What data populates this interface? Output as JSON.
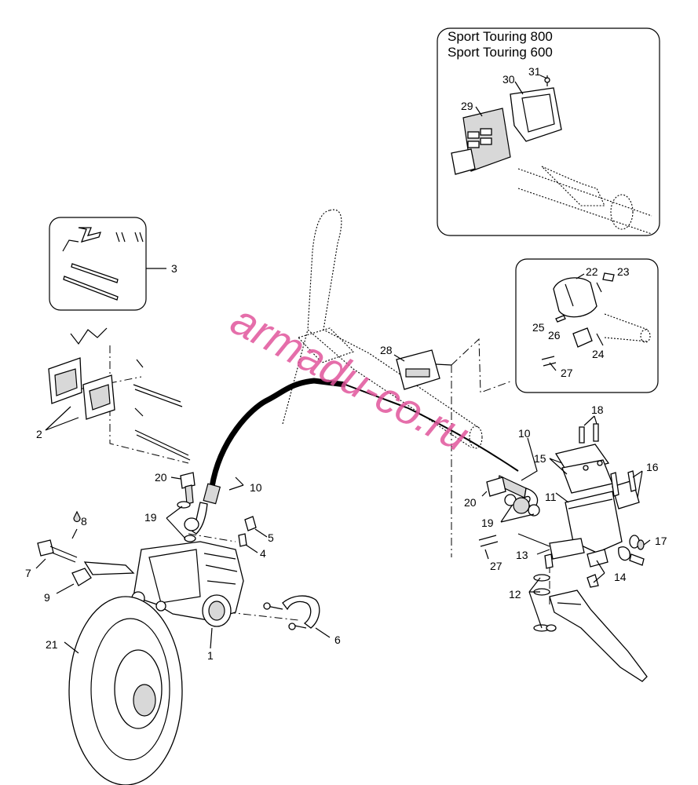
{
  "inset_title": {
    "line1": "Sport Touring 800",
    "line2": "Sport Touring 600"
  },
  "callouts": {
    "c1": "1",
    "c2": "2",
    "c3": "3",
    "c4": "4",
    "c5": "5",
    "c6": "6",
    "c7": "7",
    "c8": "8",
    "c9": "9",
    "c10a": "10",
    "c10b": "10",
    "c11": "11",
    "c12": "12",
    "c13": "13",
    "c14": "14",
    "c15": "15",
    "c16": "16",
    "c17": "17",
    "c18": "18",
    "c19a": "19",
    "c19b": "19",
    "c20a": "20",
    "c20b": "20",
    "c21": "21",
    "c22": "22",
    "c23": "23",
    "c24": "24",
    "c25": "25",
    "c26": "26",
    "c27a": "27",
    "c27b": "27",
    "c28": "28",
    "c29": "29",
    "c30": "30",
    "c31": "31"
  },
  "watermark": {
    "text": "armadu-co.ru",
    "color": "#e0559b"
  }
}
